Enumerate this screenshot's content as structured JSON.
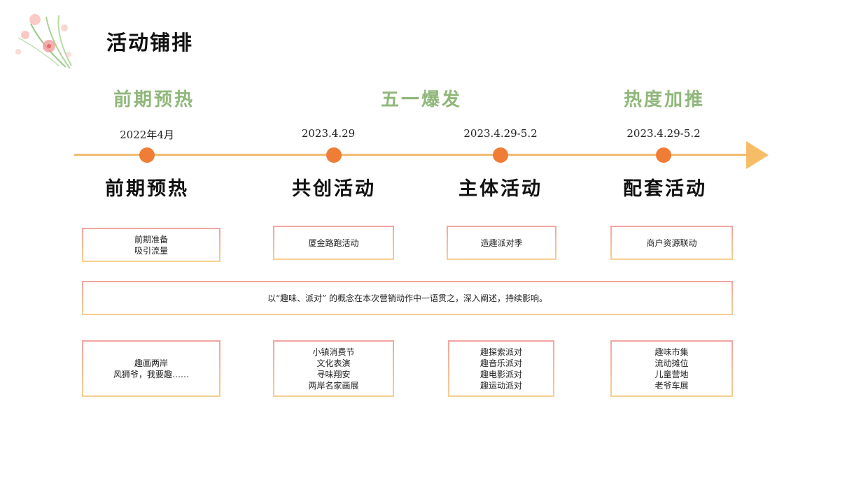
{
  "page": {
    "title": "活动铺排"
  },
  "phases": [
    {
      "label": "前期预热"
    },
    {
      "label": "五一爆发"
    },
    {
      "label": "热度加推"
    }
  ],
  "timeline": {
    "dates": [
      "2022年4月",
      "2023.4.29",
      "2023.4.29-5.2",
      "2023.4.29-5.2"
    ],
    "stages": [
      "前期预热",
      "共创活动",
      "主体活动",
      "配套活动"
    ]
  },
  "row1": [
    {
      "lines": [
        "前期准备",
        "吸引流量"
      ]
    },
    {
      "lines": [
        "厦金路跑活动"
      ]
    },
    {
      "lines": [
        "造趣派对季"
      ]
    },
    {
      "lines": [
        "商户资源联动"
      ]
    }
  ],
  "banner": {
    "text": "以“趣味、派对” 的概念在本次营销动作中一语贯之，深入阐述，持续影响。"
  },
  "row3": [
    {
      "lines": [
        "趣画两岸",
        "风狮爷，我要趣……"
      ]
    },
    {
      "lines": [
        "小镇消费节",
        "文化表演",
        "寻味翔安",
        "两岸名家画展"
      ]
    },
    {
      "lines": [
        "趣探索派对",
        "趣音乐派对",
        "趣电影派对",
        "趣运动派对"
      ]
    },
    {
      "lines": [
        "趣味市集",
        "流动摊位",
        "儿童营地",
        "老爷车展"
      ]
    }
  ],
  "colors": {
    "accent_green": "#8fb77a",
    "dot": "#ef7d35",
    "line": "#f2bc73",
    "arrow": "#f7bd66"
  },
  "icons": {
    "logo": "watercolor-flower-icon"
  }
}
